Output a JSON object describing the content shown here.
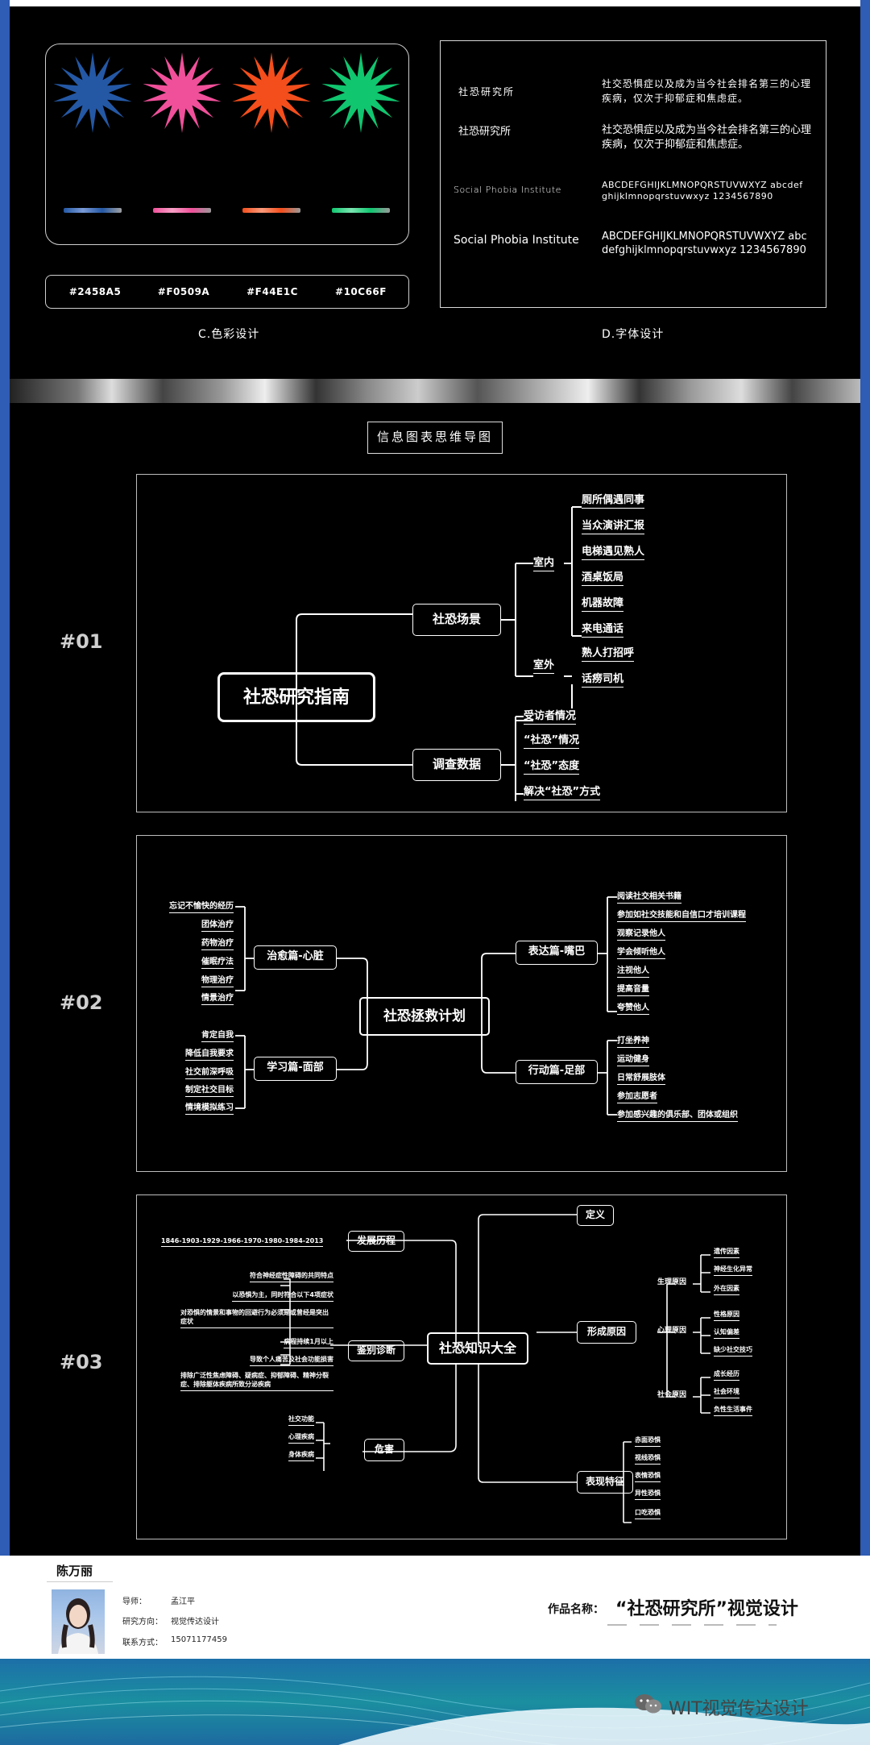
{
  "color_design": {
    "caption": "C.色彩设计",
    "swatches": [
      {
        "hex": "#2458A5"
      },
      {
        "hex": "#F0509A"
      },
      {
        "hex": "#F44E1C"
      },
      {
        "hex": "#10C66F"
      }
    ]
  },
  "font_design": {
    "caption": "D.字体设计",
    "rows": [
      {
        "name": "社恐研究所",
        "sample": "社交恐惧症以及成为当今社会排名第三的心理疾病，仅次于抑郁症和焦虑症。"
      },
      {
        "name": "社恐研究所",
        "sample": "社交恐惧症以及成为当今社会排名第三的心理疾病，仅次于抑郁症和焦虑症。"
      },
      {
        "name": "Social Phobia Institute",
        "sample": "ABCDEFGHIJKLMNOPQRSTUVWXYZ abcdefghijklmnopqrstuvwxyz 1234567890"
      },
      {
        "name": "Social Phobia Institute",
        "sample": "ABCDEFGHIJKLMNOPQRSTUVWXYZ abcdefghijklmnopqrstuvwxyz 1234567890"
      }
    ]
  },
  "section_title": "信息图表思维导图",
  "maps": [
    {
      "number": "#01",
      "root": "社恐研究指南",
      "branch1": "社恐场景",
      "indoor": "室内",
      "outdoor": "室外",
      "indoor_items": [
        "厕所偶遇同事",
        "当众演讲汇报",
        "电梯遇见熟人",
        "酒桌饭局",
        "机器故障",
        "来电通话"
      ],
      "outdoor_items": [
        "熟人打招呼",
        "话痨司机"
      ],
      "branch2": "调查数据",
      "survey_items": [
        "受访者情况",
        "“社恐”情况",
        "“社恐”态度",
        "解决“社恐”方式"
      ]
    },
    {
      "number": "#02",
      "root": "社恐拯救计划",
      "heart": "治愈篇-心脏",
      "heart_items": [
        "忘记不愉快的经历",
        "团体治疗",
        "药物治疗",
        "催眠疗法",
        "物理治疗",
        "情景治疗"
      ],
      "face": "学习篇-面部",
      "face_items": [
        "肯定自我",
        "降低自我要求",
        "社交前深呼吸",
        "制定社交目标",
        "情境模拟练习"
      ],
      "mouth": "表达篇-嘴巴",
      "mouth_items": [
        "阅读社交相关书籍",
        "参加如社交技能和自信口才培训课程",
        "观察记录他人",
        "学会倾听他人",
        "注视他人",
        "提高音量",
        "夸赞他人"
      ],
      "foot": "行动篇-足部",
      "foot_items": [
        "打坐养神",
        "运动健身",
        "日常舒展肢体",
        "参加志愿者",
        "参加感兴趣的俱乐部、团体或组织"
      ]
    },
    {
      "number": "#03",
      "root": "社恐知识大全",
      "history": "发展历程",
      "history_text": "1846-1903-1929-1966-1970-1980-1984-2013",
      "diagnosis": "鉴别诊断",
      "diagnosis_items": [
        "符合神经症性障碍的共同特点",
        "以恐惧为主，同时符合以下4项症状",
        "对恐惧的情景和事物的回避行为必须是或曾经是突出症状",
        "病程持续1月以上",
        "导致个人痛苦及社会功能损害",
        "排除广泛性焦虑障碍、疑病症、抑郁障碍、精神分裂症、排除躯体疾病所致分泌疾病"
      ],
      "harm": "危害",
      "harm_items": [
        "社交功能",
        "心理疾病",
        "身体疾病"
      ],
      "definition": "定义",
      "cause": "形成原因",
      "physio": "生理原因",
      "physio_items": [
        "遗传因素",
        "神经生化异常",
        "外在因素"
      ],
      "psych": "心理原因",
      "psych_items": [
        "性格原因",
        "认知偏差",
        "缺少社交技巧"
      ],
      "social": "社会原因",
      "social_items": [
        "成长经历",
        "社会环境",
        "负性生活事件"
      ],
      "symptom": "表现特征",
      "symptom_items": [
        "赤面恐惧",
        "视线恐惧",
        "表情恐惧",
        "异性恐惧",
        "口吃恐惧"
      ]
    }
  ],
  "author": {
    "name": "陈万丽",
    "advisor_label": "导师：",
    "advisor": "孟江平",
    "direction_label": "研究方向：",
    "direction": "视觉传达设计",
    "contact_label": "联系方式：",
    "contact": "15071177459"
  },
  "work": {
    "label": "作品名称：",
    "title": "“社恐研究所”视觉设计"
  },
  "brand": {
    "name": "WIT视觉传达设计",
    "icon": "wechat-icon"
  }
}
